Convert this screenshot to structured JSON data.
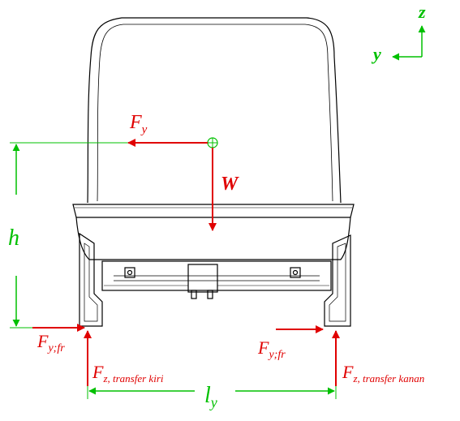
{
  "axes": {
    "z": "z",
    "y": "y"
  },
  "forces": {
    "fy": {
      "main": "F",
      "sub": "y"
    },
    "w": "W",
    "fyfr_left": {
      "main": "F",
      "sub": "y;fr"
    },
    "fyfr_right": {
      "main": "F",
      "sub": "y;fr"
    },
    "fz_left": {
      "main": "F",
      "sub": "z, transfer kiri"
    },
    "fz_right": {
      "main": "F",
      "sub": "z, transfer kanan"
    }
  },
  "dimensions": {
    "h": "h",
    "ly": {
      "main": "l",
      "sub": "y"
    }
  },
  "colors": {
    "force": "#e00000",
    "dimension": "#00c000",
    "outline": "#000000"
  }
}
